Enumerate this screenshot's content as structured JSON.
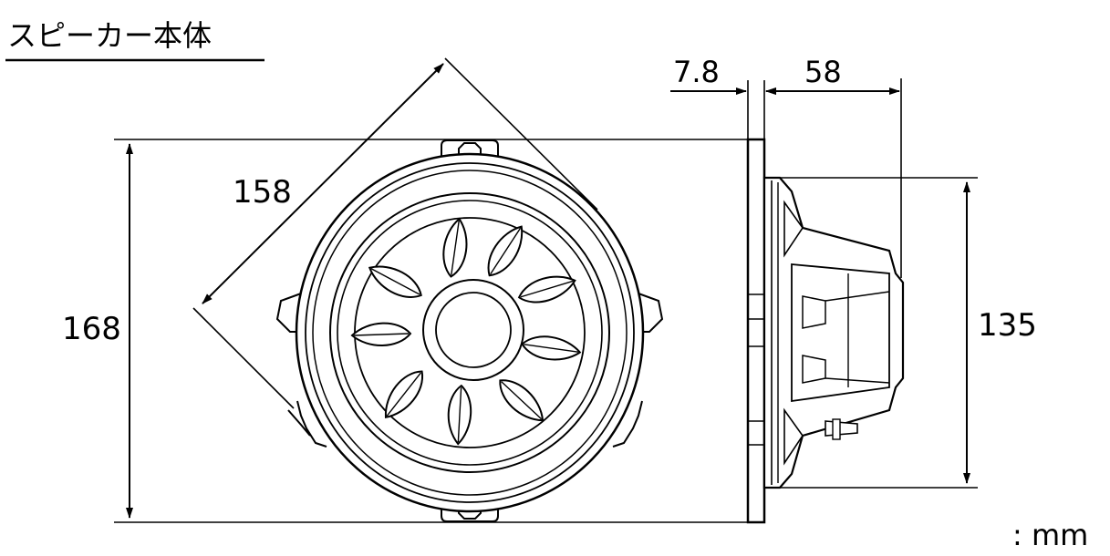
{
  "title": "スピーカー本体",
  "unit": ": mm",
  "dimensions": {
    "height_total": "168",
    "diagonal": "158",
    "flange_thickness": "7.8",
    "depth": "58",
    "magnet_height": "135"
  },
  "colors": {
    "line": "#000000",
    "fill": "#ffffff"
  }
}
